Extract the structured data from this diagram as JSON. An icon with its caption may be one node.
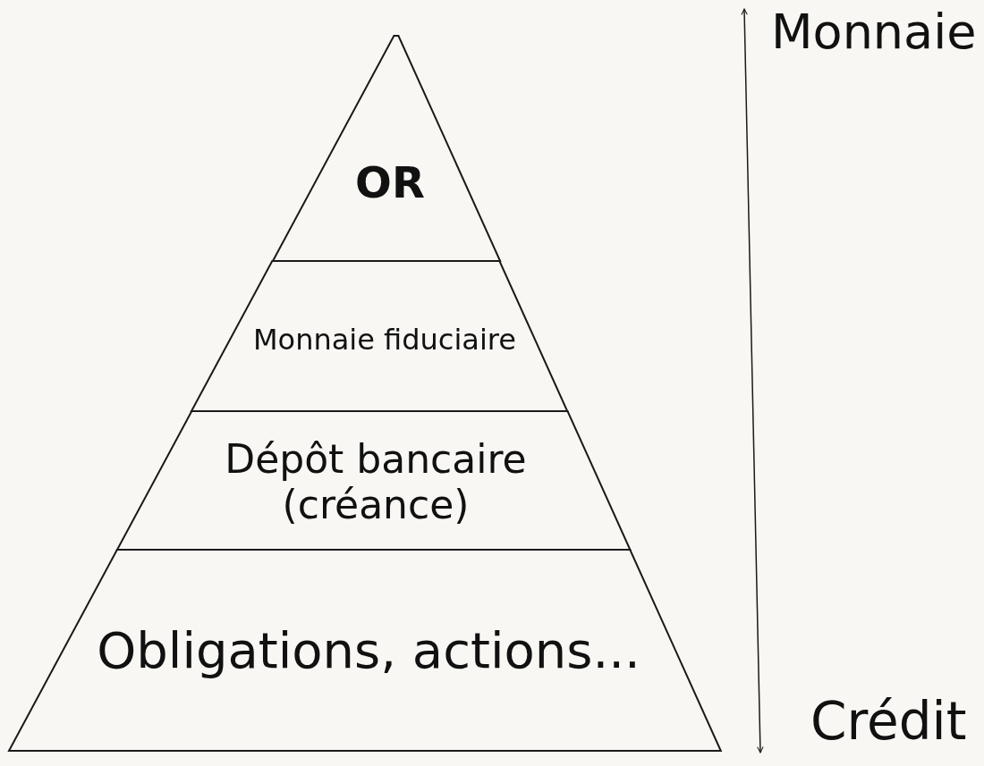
{
  "diagram": {
    "nodes": [
      {
        "text": [
          "OR"
        ]
      },
      {
        "text": [
          "Monnaie fiduciaire"
        ]
      },
      {
        "text": [
          "Dépôt bancaire (créance)"
        ]
      },
      {
        "text": [
          "Obligations, actions..."
        ]
      }
    ],
    "labels": [
      "Monnaie",
      "Crédit"
    ]
  }
}
